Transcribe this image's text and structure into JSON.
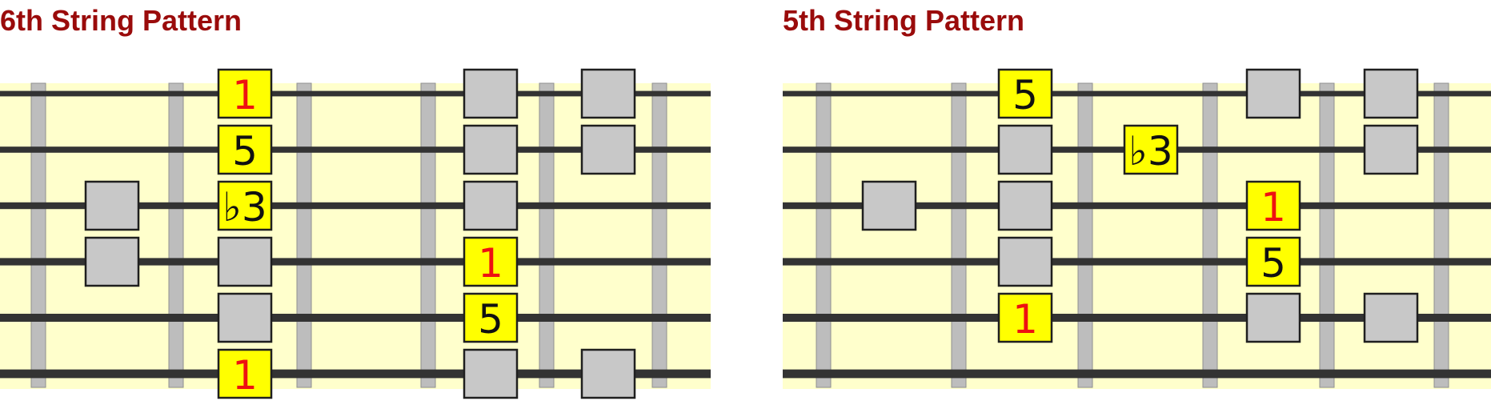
{
  "colors": {
    "title": "#9a0b0b",
    "board": "#ffffcc",
    "string": "#333333",
    "fret_fill": "#bdbdbd",
    "fret_stroke": "#8f8f8f",
    "note_gray": "#c8c8c8",
    "note_yellow": "#ffff00",
    "note_stroke": "#1f1f1f",
    "root_text": "#ee1111",
    "degree_text": "#111111"
  },
  "diagrams": [
    {
      "title": "6th String Pattern",
      "string_count": 6,
      "notes": [
        {
          "string": 1,
          "column": 3,
          "label": "1",
          "role": "root"
        },
        {
          "string": 2,
          "column": 3,
          "label": "5",
          "role": "degree"
        },
        {
          "string": 3,
          "column": 3,
          "label": "♭3",
          "role": "degree"
        },
        {
          "string": 4,
          "column": 3,
          "label": "",
          "role": "scale"
        },
        {
          "string": 5,
          "column": 3,
          "label": "",
          "role": "scale"
        },
        {
          "string": 6,
          "column": 3,
          "label": "1",
          "role": "root"
        },
        {
          "string": 3,
          "column": 2,
          "label": "",
          "role": "scale"
        },
        {
          "string": 4,
          "column": 2,
          "label": "",
          "role": "scale"
        },
        {
          "string": 1,
          "column": 5,
          "label": "",
          "role": "scale"
        },
        {
          "string": 2,
          "column": 5,
          "label": "",
          "role": "scale"
        },
        {
          "string": 3,
          "column": 5,
          "label": "",
          "role": "scale"
        },
        {
          "string": 4,
          "column": 5,
          "label": "1",
          "role": "root"
        },
        {
          "string": 5,
          "column": 5,
          "label": "5",
          "role": "degree"
        },
        {
          "string": 6,
          "column": 5,
          "label": "",
          "role": "scale"
        },
        {
          "string": 1,
          "column": 6,
          "label": "",
          "role": "scale"
        },
        {
          "string": 2,
          "column": 6,
          "label": "",
          "role": "scale"
        },
        {
          "string": 6,
          "column": 6,
          "label": "",
          "role": "scale"
        }
      ]
    },
    {
      "title": "5th String Pattern",
      "string_count": 6,
      "notes": [
        {
          "string": 1,
          "column": 3,
          "label": "5",
          "role": "degree"
        },
        {
          "string": 2,
          "column": 3,
          "label": "",
          "role": "scale"
        },
        {
          "string": 3,
          "column": 3,
          "label": "",
          "role": "scale"
        },
        {
          "string": 4,
          "column": 3,
          "label": "",
          "role": "scale"
        },
        {
          "string": 5,
          "column": 3,
          "label": "1",
          "role": "root"
        },
        {
          "string": 3,
          "column": 2,
          "label": "",
          "role": "scale"
        },
        {
          "string": 2,
          "column": 4,
          "label": "♭3",
          "role": "degree"
        },
        {
          "string": 1,
          "column": 5,
          "label": "",
          "role": "scale"
        },
        {
          "string": 3,
          "column": 5,
          "label": "1",
          "role": "root"
        },
        {
          "string": 4,
          "column": 5,
          "label": "5",
          "role": "degree"
        },
        {
          "string": 5,
          "column": 5,
          "label": "",
          "role": "scale"
        },
        {
          "string": 1,
          "column": 6,
          "label": "",
          "role": "scale"
        },
        {
          "string": 2,
          "column": 6,
          "label": "",
          "role": "scale"
        },
        {
          "string": 5,
          "column": 6,
          "label": "",
          "role": "scale"
        }
      ]
    }
  ]
}
